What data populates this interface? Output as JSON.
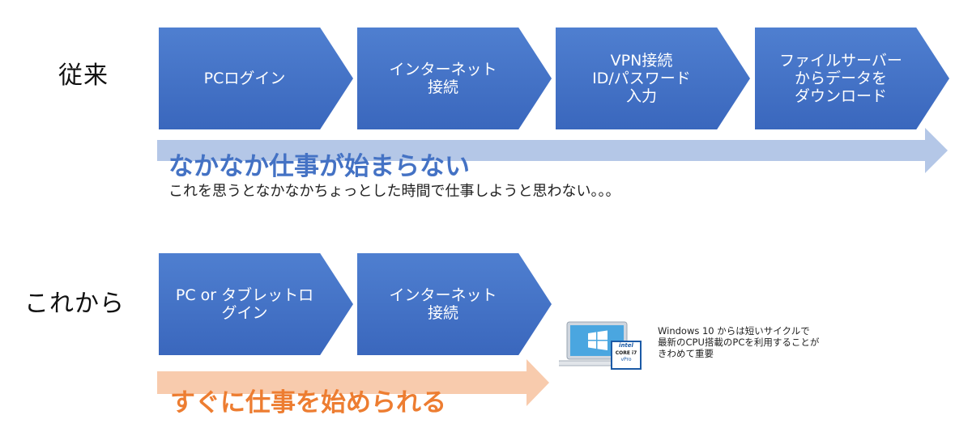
{
  "rows": {
    "before_label": "従来",
    "after_label": "これから"
  },
  "before_steps": [
    {
      "label": "PCログイン"
    },
    {
      "label": "インターネット\n接続"
    },
    {
      "label": "VPN接続\nID/パスワード\n入力"
    },
    {
      "label": "ファイルサーバー\nからデータを\nダウンロード"
    }
  ],
  "after_steps": [
    {
      "label": "PC or タブレットロ\nグイン"
    },
    {
      "label": "インターネット\n接続"
    }
  ],
  "before_arrow": {
    "caption": "なかなか仕事が始まらない",
    "note": "これを思うとなかなかちょっとした時間で仕事しようと思わない。。。",
    "color": "#b4c7e7",
    "text_color": "#4472c4"
  },
  "after_arrow": {
    "caption": "すぐに仕事を始められる",
    "color": "#f8cbad",
    "text_color": "#ed7d31"
  },
  "laptop": {
    "icon": "laptop-windows-icon",
    "chip_icon": "intel-core-i7-badge-icon",
    "chip_text": [
      "intel",
      "CORE i7",
      "vPro"
    ],
    "note": "Windows 10 からは短いサイクルで\n最新のCPU搭載のPCを利用することが\nきわめて重要"
  }
}
